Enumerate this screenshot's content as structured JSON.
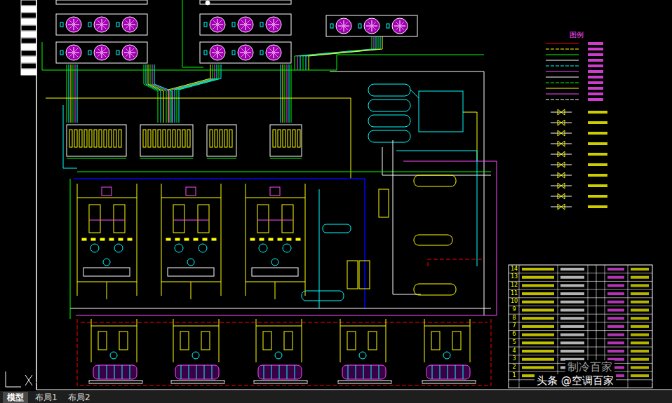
{
  "diagram": {
    "nodes": [
      {
        "text": [
          "模型"
        ]
      },
      {
        "text": [
          "布局1"
        ]
      },
      {
        "text": [
          "布局2"
        ]
      }
    ],
    "labels": [
      "图例",
      "14",
      "13",
      "12",
      "11",
      "10",
      "9",
      "8",
      "7",
      "6",
      "5",
      "4",
      "3",
      "2",
      "1",
      "制冷百家",
      "头条 @空调百家"
    ]
  }
}
